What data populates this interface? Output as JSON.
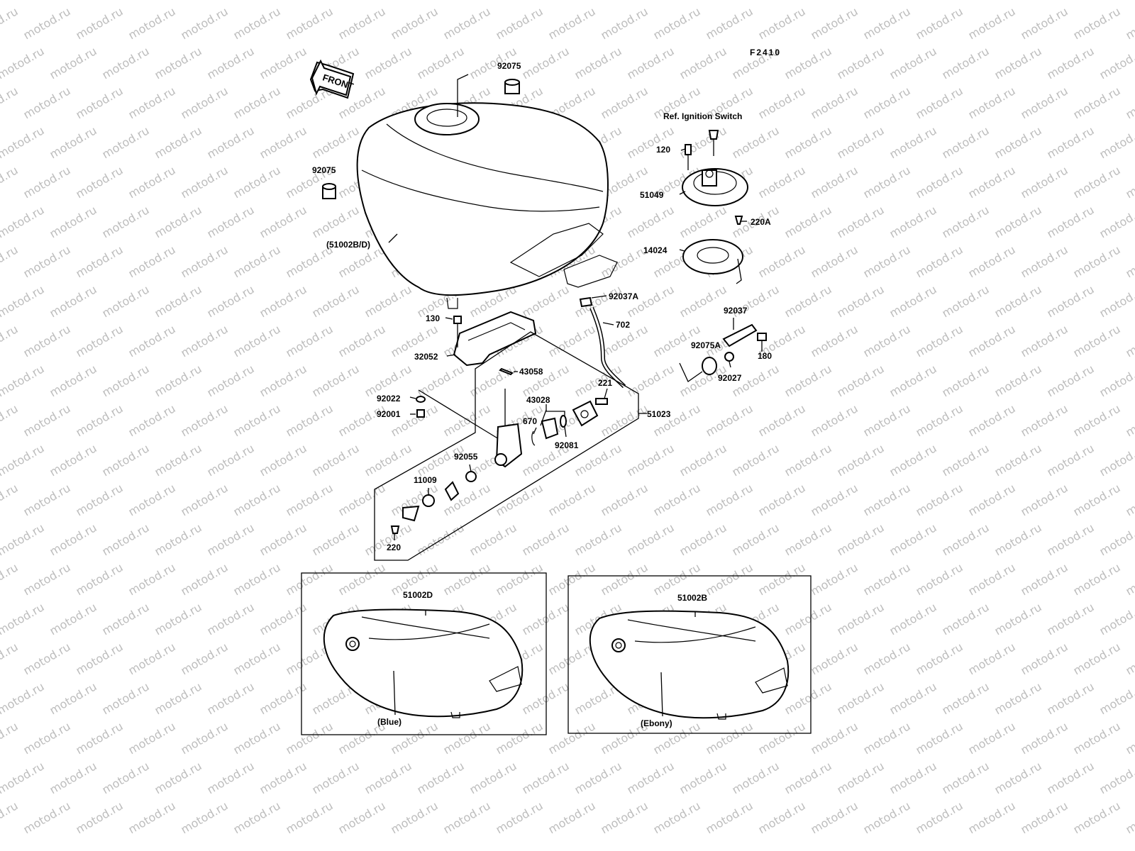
{
  "figure_code": "F2410",
  "front_label": "FRONT",
  "watermark": "motod.ru",
  "labels": {
    "p92075_top": "92075",
    "p92075_left": "92075",
    "p51002bd": "(51002B/D)",
    "ref_ignition": "Ref. Ignition Switch",
    "p120": "120",
    "p51049": "51049",
    "p220a": "220A",
    "p14024": "14024",
    "p92037a": "92037A",
    "p702": "702",
    "p130": "130",
    "p32052": "32052",
    "p92037": "92037",
    "p92075a": "92075A",
    "p180": "180",
    "p92027": "92027",
    "p43058": "43058",
    "p221": "221",
    "p92022": "92022",
    "p92001": "92001",
    "p43028": "43028",
    "p670": "670",
    "p51023": "51023",
    "p92081": "92081",
    "p92055": "92055",
    "p11009": "11009",
    "p220": "220",
    "p51002d": "51002D",
    "p51002b": "51002B",
    "blue": "(Blue)",
    "ebony": "(Ebony)"
  }
}
